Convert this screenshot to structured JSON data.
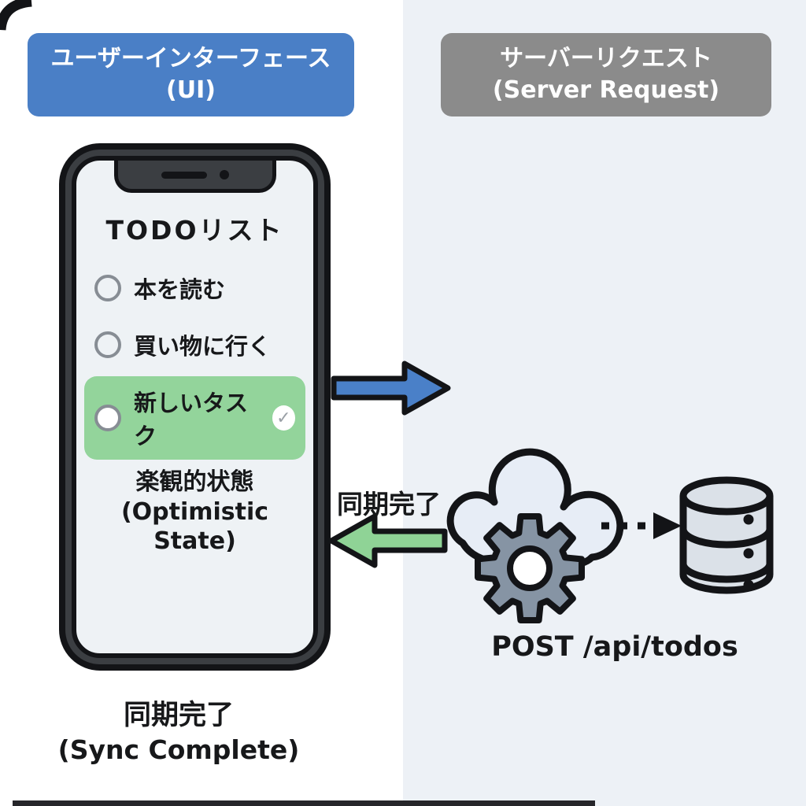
{
  "colors": {
    "bg-left": "#ffffff",
    "bg-right": "#edf1f6",
    "header-blue": "#4a7fc6",
    "header-gray": "#8b8b8b",
    "accent-green": "#93d49b",
    "arrow-blue": "#4a80c8",
    "arrow-green": "#8fd396",
    "phone-frame": "#3b3e42",
    "phone-screen": "#eef2f5",
    "cloud-fill": "#e7edf6",
    "gear-fill": "#8694a4",
    "db-fill": "#dbe1e8",
    "outline": "#131417",
    "text": "#17181a"
  },
  "headers": {
    "ui": {
      "line1": "ユーザーインターフェース",
      "line2": "(UI)"
    },
    "server": {
      "line1": "サーバーリクエスト",
      "line2": "(Server Request)"
    }
  },
  "phone": {
    "app_title": "TODOリスト",
    "todos": [
      {
        "label": "本を読む",
        "highlighted": false,
        "checked": false
      },
      {
        "label": "買い物に行く",
        "highlighted": false,
        "checked": false
      },
      {
        "label": "新しいタスク",
        "highlighted": true,
        "checked": true
      }
    ],
    "check_glyph": "✓",
    "state_caption": {
      "jp": "楽観的状態",
      "en": "(Optimistic State)"
    }
  },
  "flow": {
    "sync_arrow_label": "同期完了",
    "api_endpoint": "POST /api/todos"
  },
  "footer": {
    "jp": "同期完了",
    "en": "(Sync Complete)"
  }
}
